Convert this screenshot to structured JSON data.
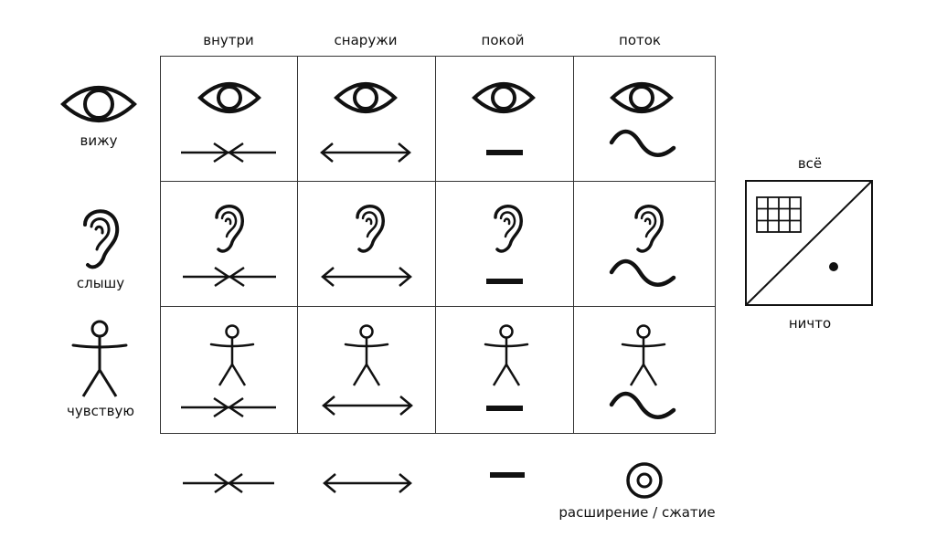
{
  "columns": [
    "внутри",
    "снаружи",
    "покой",
    "поток"
  ],
  "rows": [
    "вижу",
    "слышу",
    "чувствую"
  ],
  "legend": {
    "top": "всё",
    "bottom": "ничто"
  },
  "footer": {
    "last_label": "расширение / сжатие"
  }
}
